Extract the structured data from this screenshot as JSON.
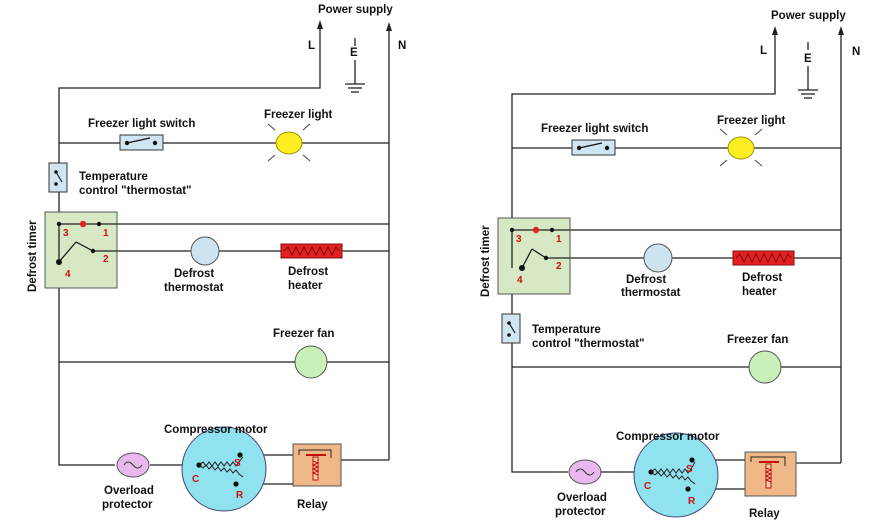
{
  "diagrams": [
    {
      "power_supply": "Power supply",
      "line_L": "L",
      "earth_E": "E",
      "neutral_N": "N",
      "freezer_light_switch": "Freezer light switch",
      "freezer_light": "Freezer light",
      "temperature_control": [
        "Temperature",
        "control \"thermostat\""
      ],
      "defrost_timer": "Defrost timer",
      "terminal_1": "1",
      "terminal_2": "2",
      "terminal_3": "3",
      "terminal_4": "4",
      "defrost_thermostat": [
        "Defrost",
        "thermostat"
      ],
      "defrost_heater": [
        "Defrost",
        "heater"
      ],
      "freezer_fan": "Freezer fan",
      "compressor_motor": "Compressor motor",
      "terminal_C": "C",
      "terminal_S": "S",
      "terminal_R": "R",
      "overload_protector": [
        "Overload",
        "protector"
      ],
      "relay": "Relay"
    },
    {
      "power_supply": "Power supply",
      "line_L": "L",
      "earth_E": "E",
      "neutral_N": "N",
      "freezer_light_switch": "Freezer light switch",
      "freezer_light": "Freezer light",
      "temperature_control": [
        "Temperature",
        "control \"thermostat\""
      ],
      "defrost_timer": "Defrost timer",
      "terminal_1": "1",
      "terminal_2": "2",
      "terminal_3": "3",
      "terminal_4": "4",
      "defrost_thermostat": [
        "Defrost",
        "thermostat"
      ],
      "defrost_heater": [
        "Defrost",
        "heater"
      ],
      "freezer_fan": "Freezer fan",
      "compressor_motor": "Compressor motor",
      "terminal_C": "C",
      "terminal_S": "S",
      "terminal_R": "R",
      "overload_protector": [
        "Overload",
        "protector"
      ],
      "relay": "Relay"
    }
  ],
  "colors": {
    "wire": "#222222",
    "switch_fill": "#cfe6f2",
    "light_bulb": "#ffee22",
    "timer_box": "#d6e8c4",
    "defrost_thermostat": "#cde4f0",
    "heater": "#e42020",
    "fan": "#c8f0b8",
    "compressor": "#8fe2ee",
    "overload": "#e8b8ee",
    "relay": "#f0b888",
    "terminal_text": "#d01010"
  }
}
